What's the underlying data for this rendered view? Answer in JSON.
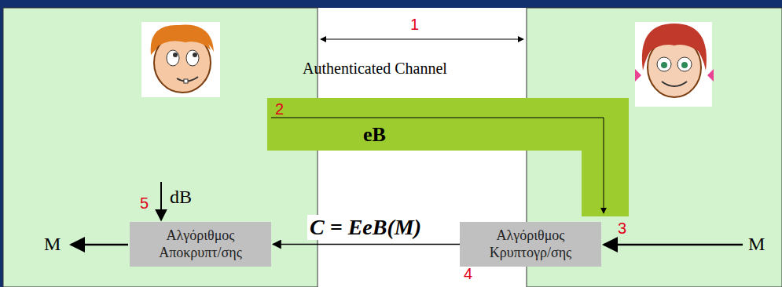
{
  "diagram": {
    "nodes": [
      {
        "text": [
          "Αλγόριθμος Αποκρυπτ/σης"
        ]
      },
      {
        "text": [
          "Αλγόριθμος Κρυπτογρ/σης"
        ]
      }
    ],
    "edges": [
      {
        "from": 1,
        "to": 0,
        "arrow": "to",
        "label": "C = EeB(M)"
      }
    ],
    "labels": [
      "1",
      "Authenticated Channel",
      "2",
      "eB",
      "3",
      "4",
      "5",
      "dB",
      "M",
      "M"
    ]
  }
}
